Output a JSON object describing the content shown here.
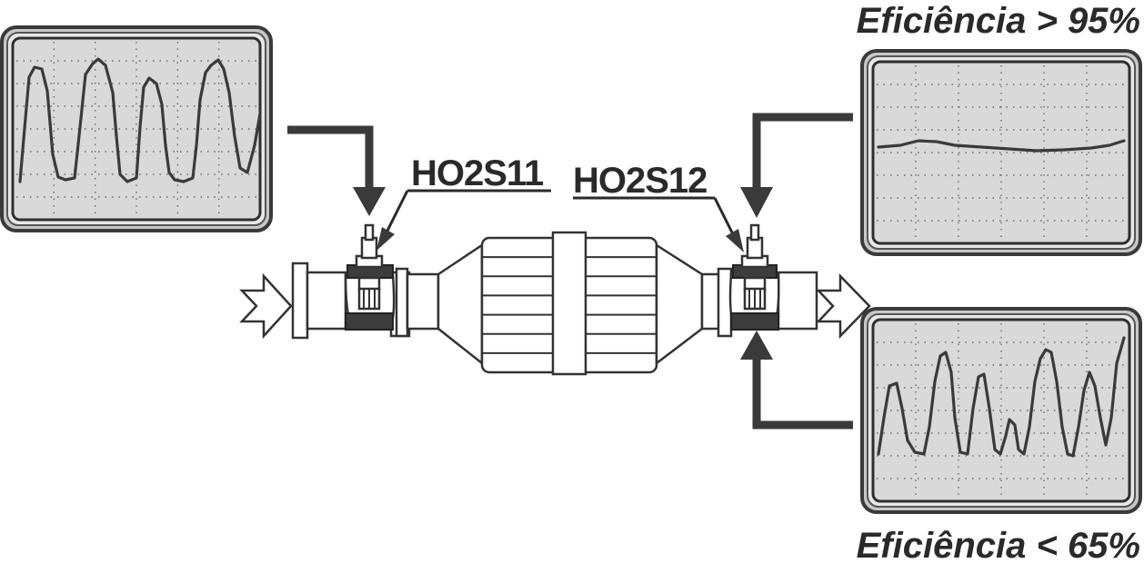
{
  "labels": {
    "upstream_sensor": "HO2S11",
    "downstream_sensor": "HO2S12",
    "efficiency_high": "Eficiência > 95%",
    "efficiency_low": "Eficiência < 65%"
  },
  "colors": {
    "ink": "#2a2a2a",
    "screen": "#d9d9d9",
    "frame": "#c8c8c8"
  }
}
